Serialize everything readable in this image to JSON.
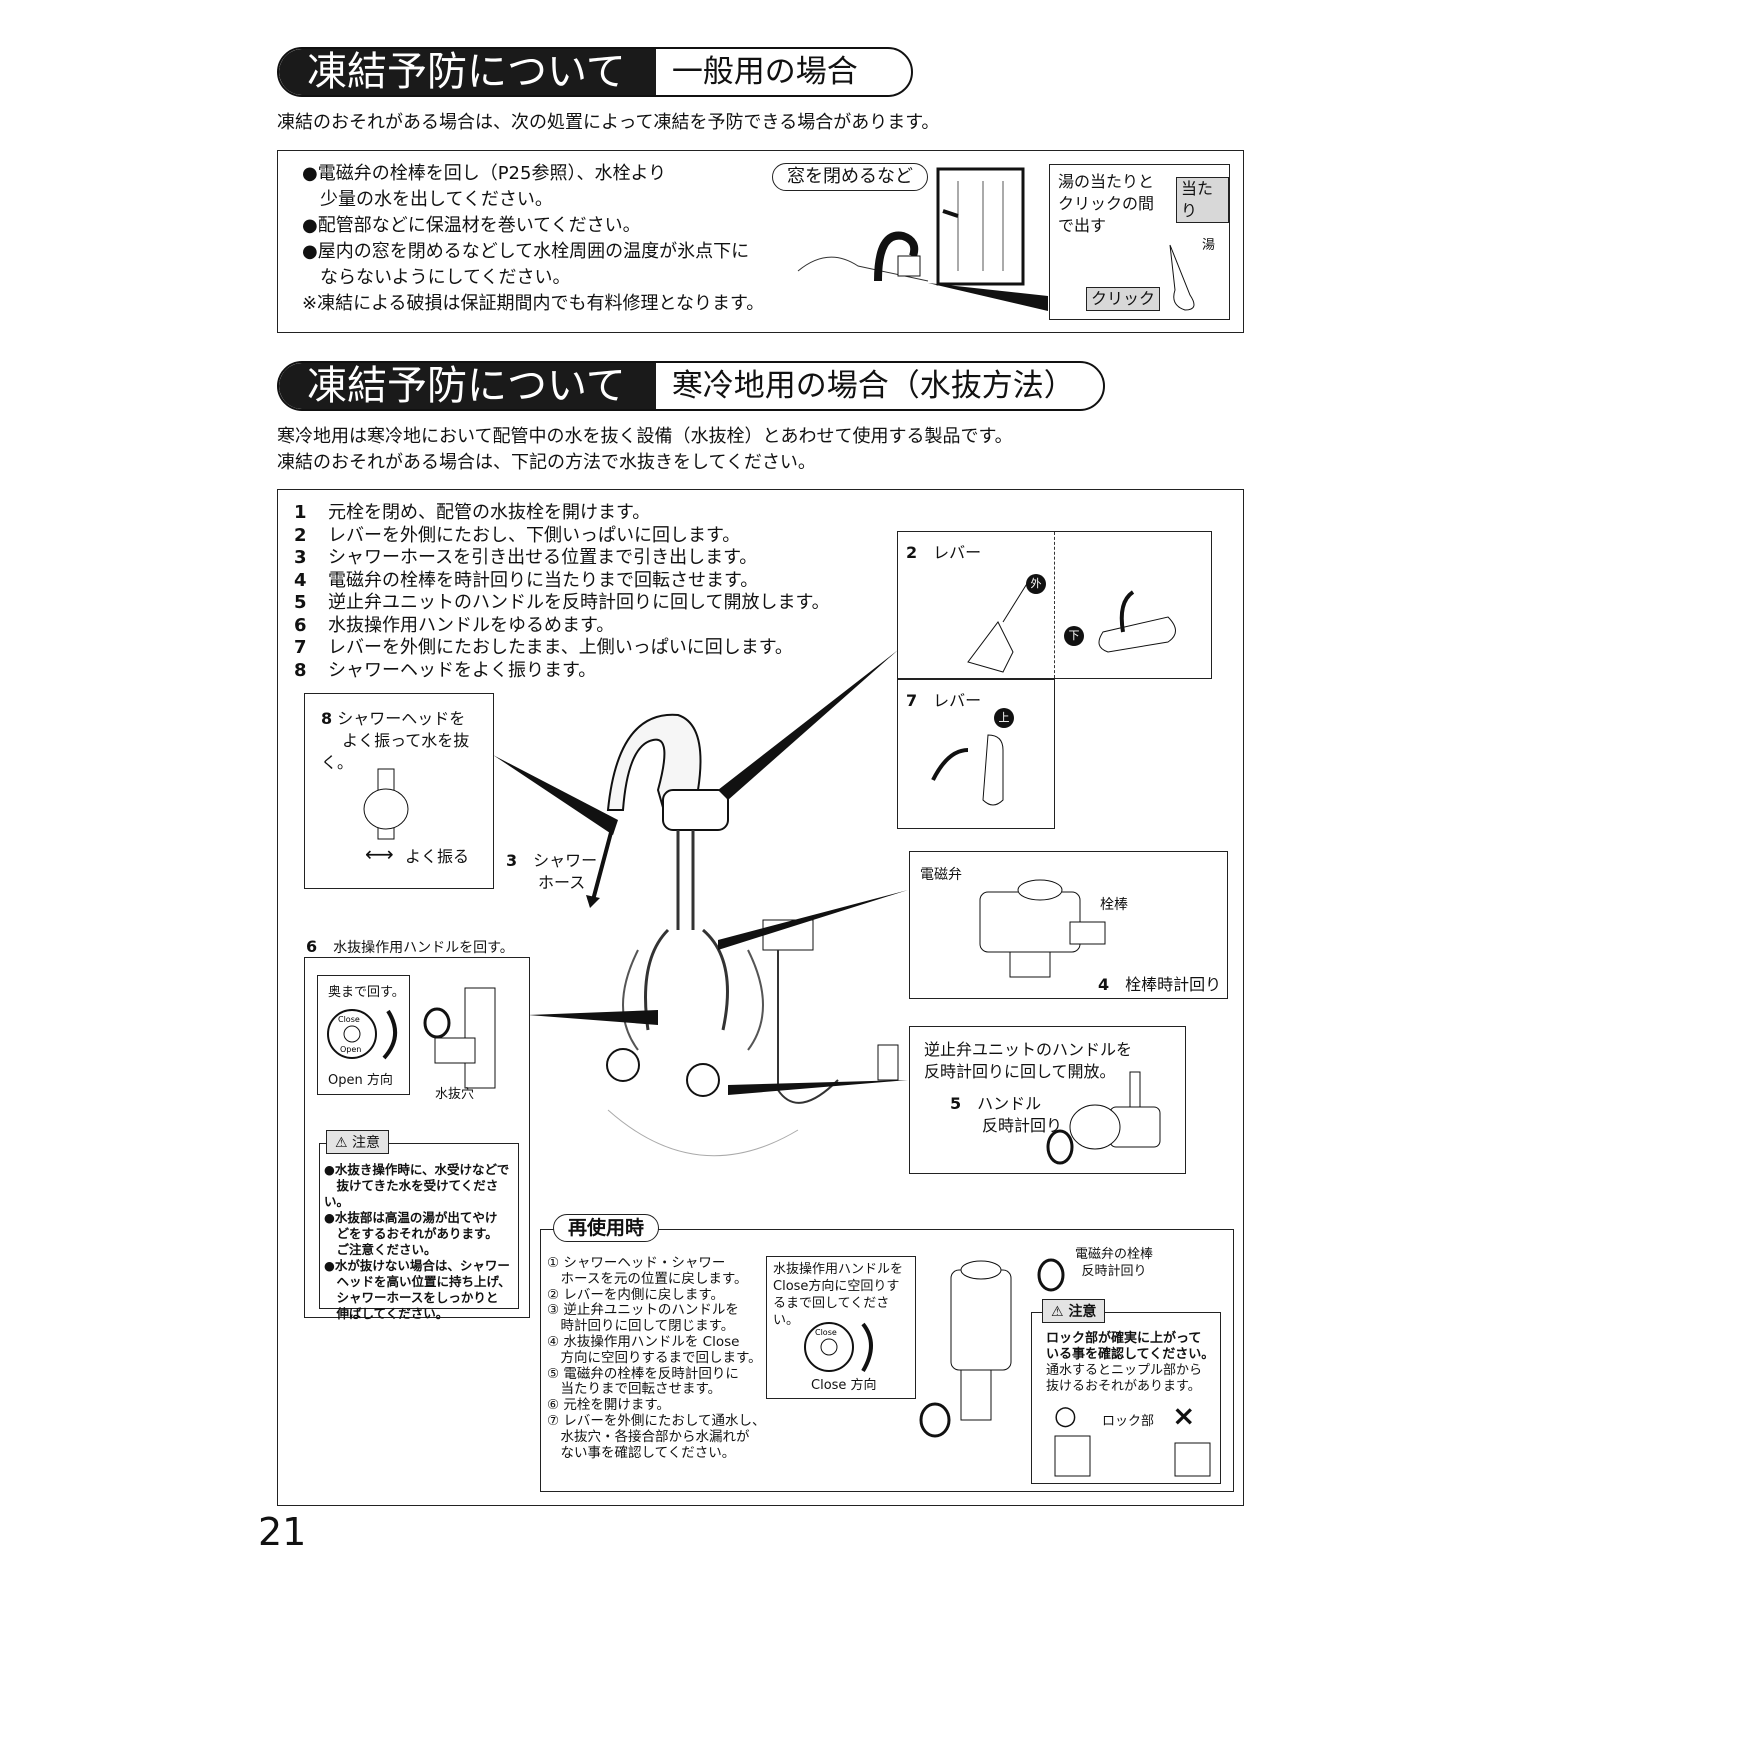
{
  "section1": {
    "title_main": "凍結予防について",
    "title_sub": "一般用の場合",
    "intro": "凍結のおそれがある場合は、次の処置によって凍結を予防できる場合があります。",
    "bullets": [
      "●電磁弁の栓棒を回し（P25参照）、水栓より",
      "　少量の水を出してください。",
      "●配管部などに保温材を巻いてください。",
      "●屋内の窓を閉めるなどして水栓周囲の温度が氷点下に",
      "　ならないようにしてください。",
      "※凍結による破損は保証期間内でも有料修理となります。"
    ],
    "window_label": "窓を閉めるなど",
    "inset_text": [
      "湯の当たりと",
      "クリックの間",
      "で出す"
    ],
    "tag_atari": "当たり",
    "tag_click": "クリック",
    "label_yu": "湯"
  },
  "section2": {
    "title_main": "凍結予防について",
    "title_sub": "寒冷地用の場合（水抜方法）",
    "intro": [
      "寒冷地用は寒冷地において配管中の水を抜く設備（水抜栓）とあわせて使用する製品です。",
      "凍結のおそれがある場合は、下記の方法で水抜きをしてください。"
    ],
    "steps": [
      {
        "n": "1",
        "t": "元栓を閉め、配管の水抜栓を開けます。"
      },
      {
        "n": "2",
        "t": "レバーを外側にたおし、下側いっぱいに回します。"
      },
      {
        "n": "3",
        "t": "シャワーホースを引き出せる位置まで引き出します。"
      },
      {
        "n": "4",
        "t": "電磁弁の栓棒を時計回りに当たりまで回転させます。"
      },
      {
        "n": "5",
        "t": "逆止弁ユニットのハンドルを反時計回りに回して開放します。"
      },
      {
        "n": "6",
        "t": "水抜操作用ハンドルをゆるめます。"
      },
      {
        "n": "7",
        "t": "レバーを外側にたおしたまま、上側いっぱいに回します。"
      },
      {
        "n": "8",
        "t": "シャワーヘッドをよく振ります。"
      }
    ],
    "fig8": {
      "num": "8",
      "text": [
        "シャワーヘッドを",
        "よく振って水を抜く。"
      ],
      "shake": "よく振る"
    },
    "fig3": {
      "num": "3",
      "text": [
        "シャワー",
        "ホース"
      ]
    },
    "fig2": {
      "num": "2",
      "label": "レバー",
      "out": "外",
      "down": "下"
    },
    "fig7": {
      "num": "7",
      "label": "レバー",
      "up": "上"
    },
    "fig4": {
      "valve": "電磁弁",
      "rod": "栓棒",
      "num": "4",
      "caption": "栓棒時計回り"
    },
    "fig5": {
      "text": [
        "逆止弁ユニットのハンドルを",
        "反時計回りに回して開放。"
      ],
      "num": "5",
      "handle": "ハンドル",
      "ccw": "反時計回り"
    },
    "fig6": {
      "num": "6",
      "title": "水抜操作用ハンドルを回す。",
      "inner": "奥まで回す。",
      "open": "Open 方向",
      "hole": "水抜穴",
      "dial_close": "Close",
      "dial_open": "Open"
    },
    "caution1": {
      "label": "注意",
      "lines": [
        "●水抜き操作時に、水受けなどで",
        "　抜けてきた水を受けてください。",
        "●水抜部は高温の湯が出てやけ",
        "　どをするおそれがあります。",
        "　ご注意ください。",
        "●水が抜けない場合は、シャワー",
        "　ヘッドを高い位置に持ち上げ、",
        "　シャワーホースをしっかりと",
        "　伸ばしてください。"
      ]
    },
    "reuse": {
      "title": "再使用時",
      "steps": [
        "① シャワーヘッド・シャワー",
        "　ホースを元の位置に戻します。",
        "② レバーを内側に戻します。",
        "③ 逆止弁ユニットのハンドルを",
        "　時計回りに回して閉じます。",
        "④ 水抜操作用ハンドルを Close",
        "　方向に空回りするまで回します。",
        "⑤ 電磁弁の栓棒を反時計回りに",
        "　当たりまで回転させます。",
        "⑥ 元栓を開けます。",
        "⑦ レバーを外側にたおして通水し、",
        "　水抜穴・各接合部から水漏れが",
        "　ない事を確認してください。"
      ],
      "close_box": [
        "水抜操作用ハンドルを",
        "Close方向に空回りす",
        "るまで回してください。"
      ],
      "close_dir": "Close 方向",
      "valve_rod": [
        "電磁弁の栓棒",
        "反時計回り"
      ],
      "caution": {
        "label": "注意",
        "bold": [
          "ロック部が確実に上がって",
          "いる事を確認してください。"
        ],
        "lines": [
          "通水するとニップル部から",
          "抜けるおそれがあります。"
        ],
        "ok": "○",
        "ng": "×",
        "lock": "ロック部"
      }
    }
  },
  "page_number": "21"
}
